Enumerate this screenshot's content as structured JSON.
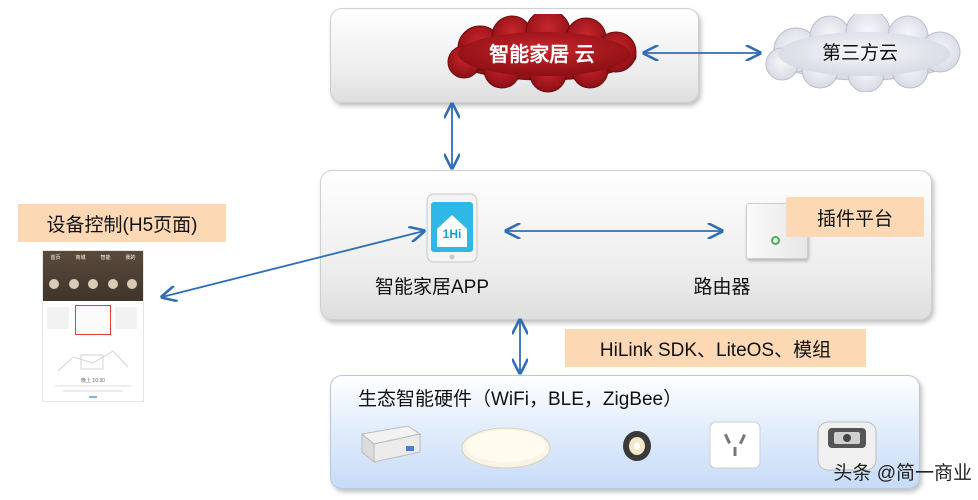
{
  "cloud": {
    "label": "智能家居 云"
  },
  "third_party": {
    "label": "第三方云"
  },
  "device_control": {
    "label": "设备控制(H5页面)"
  },
  "app": {
    "label": "智能家居APP",
    "icon_text": "1Hi"
  },
  "router": {
    "label": "路由器"
  },
  "plugin_platform": {
    "label": "插件平台"
  },
  "sdk": {
    "label": "HiLink SDK、LiteOS、模组"
  },
  "ecosystem": {
    "label": "生态智能硬件（WiFi，BLE，ZigBee）"
  },
  "phone": {
    "tabs": [
      "首页",
      "商城",
      "智能",
      "我的"
    ],
    "time_text": "晚上 10:30"
  },
  "watermark": {
    "text": "头条 @简一商业"
  },
  "colors": {
    "arrow": "#2f6db5",
    "cloud_red": "#a8151b",
    "tag_bg": "#fcd9b4",
    "blue_panel": "#dbe8fa"
  }
}
